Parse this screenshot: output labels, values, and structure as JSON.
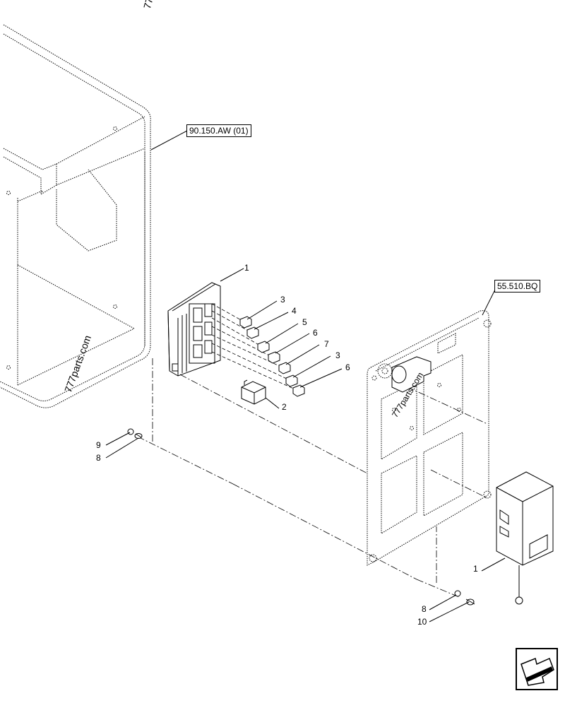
{
  "references": {
    "cab": "90.150.AW (01)",
    "plate": "55.510.BQ"
  },
  "watermarks": {
    "top": "777p",
    "left": "777parts.com",
    "plate": "777parts.com"
  },
  "callouts": {
    "module": "1",
    "relay_small": "2",
    "fuse_a": "3",
    "fuse_b": "4",
    "fuse_c": "5",
    "fuse_d": "6",
    "fuse_e": "7",
    "fuse_f": "3",
    "fuse_g": "6",
    "washer_left": "9",
    "bolt_left": "8",
    "control_box": "1",
    "washer_right": "8",
    "bolt_right": "10"
  },
  "icons": {
    "nav": "next-page-arrow-icon"
  }
}
